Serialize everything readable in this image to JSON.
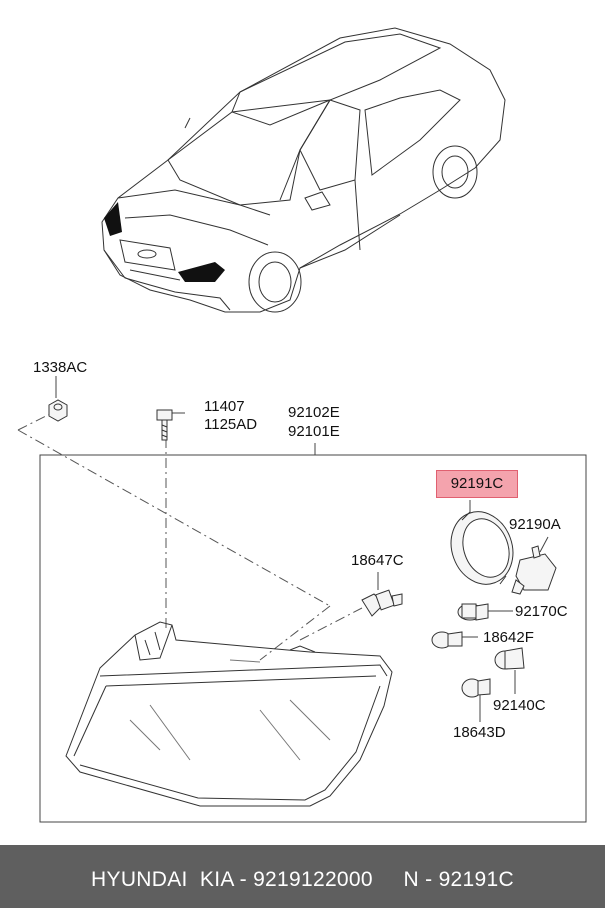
{
  "labels": {
    "nut": "1338AC",
    "bolt_a": "11407",
    "bolt_b": "1125AD",
    "assy_a": "92102E",
    "assy_b": "92101E",
    "bulb_h4": "18647C",
    "cap_highlighted": "92191C",
    "connector": "92190A",
    "socket_a": "92170C",
    "bulb_a": "18642F",
    "socket_b": "92140C",
    "bulb_b": "18643D"
  },
  "footer": {
    "text": "HYUNDAI  KIA - 9219122000     N - 92191C"
  },
  "colors": {
    "highlight_fill": "#f4a3ad",
    "highlight_border": "#e06070",
    "footer_bg": "#5f5f5f",
    "footer_text": "#ffffff"
  }
}
